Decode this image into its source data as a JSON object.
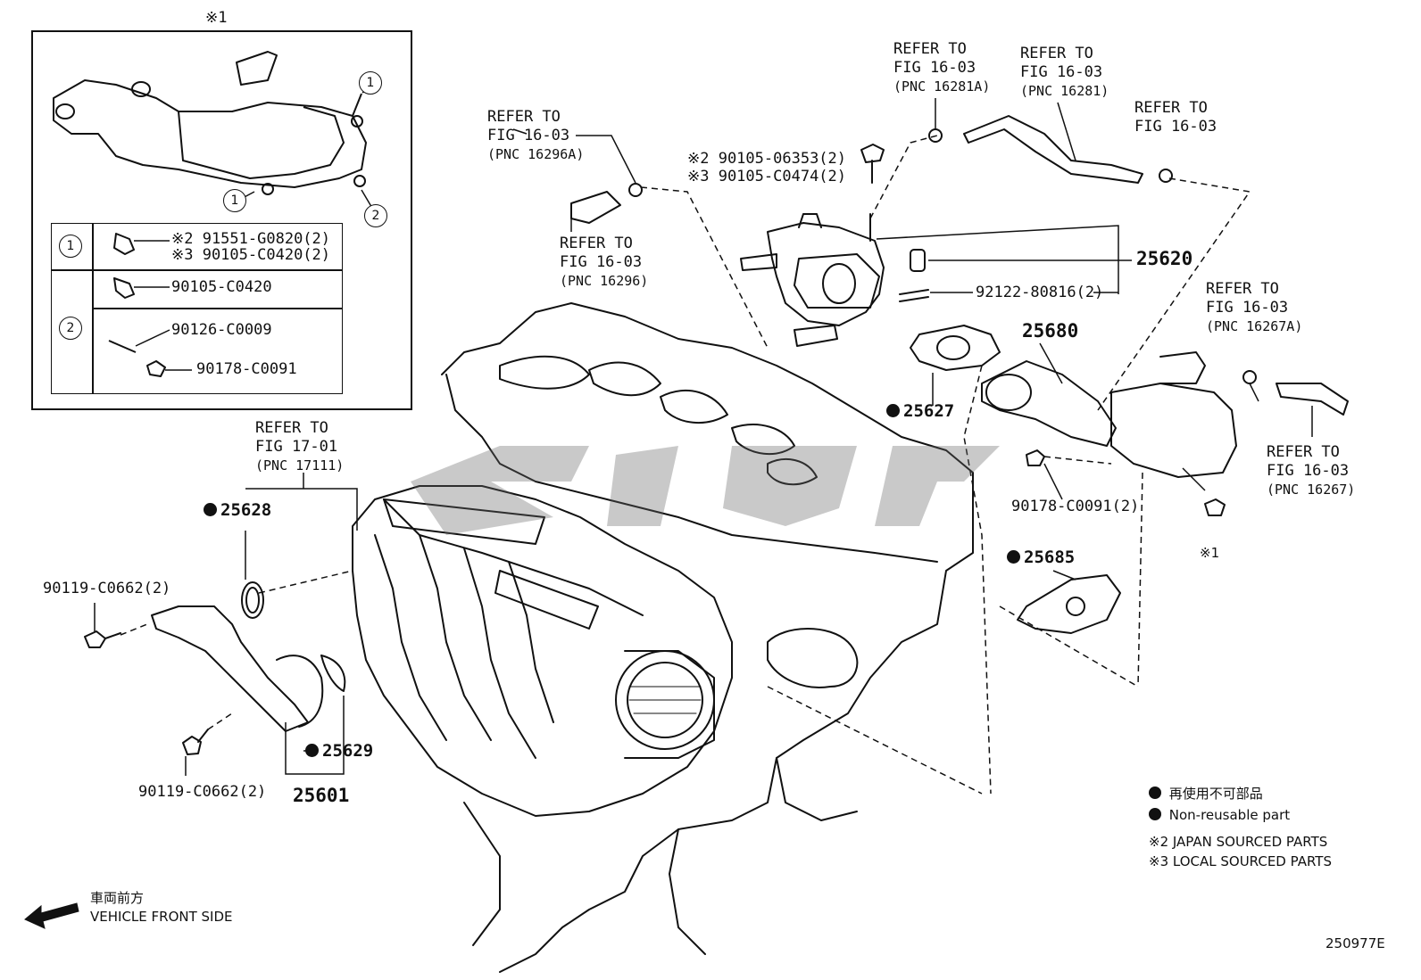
{
  "inset": {
    "title": "※1",
    "callouts": [
      "1",
      "1",
      "2"
    ],
    "rows": [
      {
        "num": "1",
        "parts": [
          "※2 91551-G0820(2)",
          "※3 90105-C0420(2)"
        ]
      },
      {
        "num": "2",
        "parts": [
          "90105-C0420",
          "90126-C0009",
          "90178-C0091"
        ]
      }
    ]
  },
  "refers": [
    {
      "l1": "REFER TO",
      "l2": "FIG 16-03",
      "pnc": "(PNC 16296A)"
    },
    {
      "l1": "REFER TO",
      "l2": "FIG 16-03",
      "pnc": "(PNC 16296)"
    },
    {
      "l1": "REFER TO",
      "l2": "FIG 16-03",
      "pnc": "(PNC 16281A)"
    },
    {
      "l1": "REFER TO",
      "l2": "FIG 16-03",
      "pnc": "(PNC 16281)"
    },
    {
      "l1": "REFER TO",
      "l2": "FIG 16-03",
      "pnc": ""
    },
    {
      "l1": "REFER TO",
      "l2": "FIG 16-03",
      "pnc": "(PNC 16267A)"
    },
    {
      "l1": "REFER TO",
      "l2": "FIG 16-03",
      "pnc": "(PNC 16267)"
    },
    {
      "l1": "REFER TO",
      "l2": "FIG 17-01",
      "pnc": "(PNC 17111)"
    }
  ],
  "parts": {
    "bolt_top_a": "※2 90105-06353(2)",
    "bolt_top_b": "※3 90105-C0474(2)",
    "p25620": "25620",
    "stud": "92122-80816(2)",
    "p25680": "25680",
    "p25627": "25627",
    "nut": "90178-C0091(2)",
    "note1": "※1",
    "p25685": "25685",
    "p25628": "25628",
    "bolt_left_a": "90119-C0662(2)",
    "bolt_left_b": "90119-C0662(2)",
    "p25629": "25629",
    "p25601": "25601"
  },
  "legend": {
    "line1": "再使用不可部品",
    "line2": "Non-reusable part",
    "line3": "※2 JAPAN SOURCED PARTS",
    "line4": "※3 LOCAL SOURCED PARTS"
  },
  "front": {
    "jp": "車両前方",
    "en": "VEHICLE FRONT SIDE"
  },
  "figure_id": "250977E"
}
